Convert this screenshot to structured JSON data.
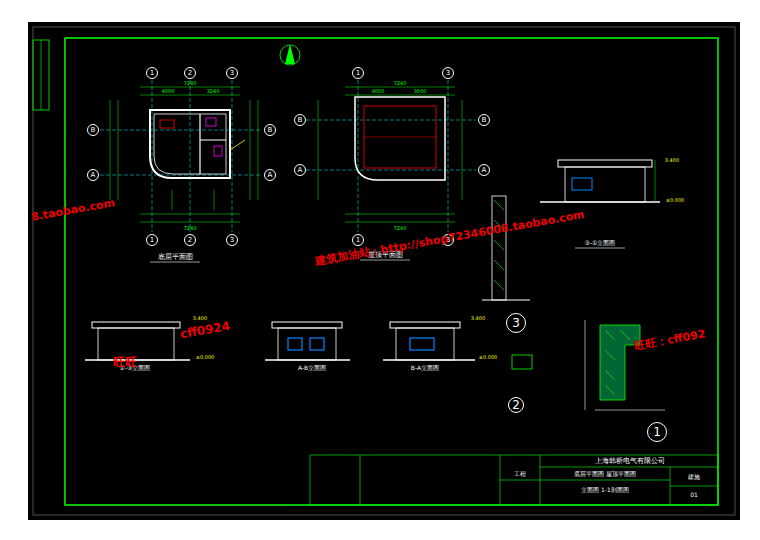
{
  "diagram": {
    "nodes": [
      {
        "text": [
          "1"
        ]
      },
      {
        "text": [
          "2"
        ]
      },
      {
        "text": [
          "3"
        ]
      },
      {
        "text": [
          "1"
        ]
      },
      {
        "text": [
          "2"
        ]
      },
      {
        "text": [
          "3"
        ]
      },
      {
        "text": [
          "B"
        ]
      },
      {
        "text": [
          "A"
        ]
      },
      {
        "text": [
          "B"
        ]
      },
      {
        "text": [
          "A"
        ]
      },
      {
        "text": [
          "1"
        ]
      },
      {
        "text": [
          "3"
        ]
      },
      {
        "text": [
          "1"
        ]
      },
      {
        "text": [
          "3"
        ]
      },
      {
        "text": [
          "B"
        ]
      },
      {
        "text": [
          "A"
        ]
      },
      {
        "text": [
          "B"
        ]
      },
      {
        "text": [
          "A"
        ]
      },
      {
        "text": [
          "3"
        ]
      },
      {
        "text": [
          "2"
        ]
      },
      {
        "text": [
          "1"
        ]
      }
    ],
    "labels": [
      "底层平面图",
      "屋顶平面图",
      "③-①立面图",
      "①-③立面图",
      "A-B立面图",
      "B-A立面图",
      "7240",
      "4000",
      "3240",
      "7240",
      "7240",
      "4000",
      "3000",
      "7240",
      "3.400",
      "±0.000",
      "3.400",
      "±0.000",
      "3.400",
      "±0.000",
      "8.taobao.com",
      "建筑加油站：http://shop72346008.taobao.com",
      "旺旺",
      "cff0924",
      "旺旺：cff092",
      "上海韩桥电气有限公司",
      "工程",
      "底层平面图 屋顶平面图",
      "立面图 1-1剖面图",
      "建施",
      "01"
    ]
  }
}
